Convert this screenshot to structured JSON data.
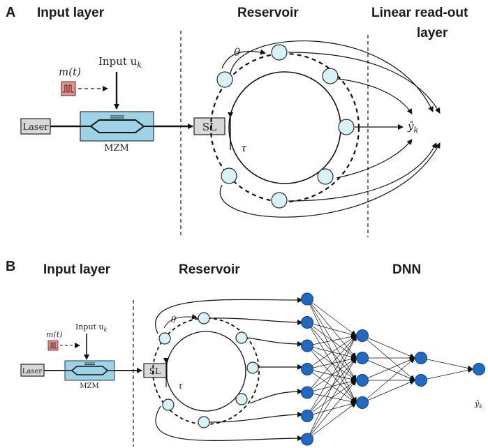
{
  "panel_a": {
    "letter": "A",
    "header_input": "Input layer",
    "header_reservoir": "Reservoir",
    "header_readout_line1": "Linear read-out",
    "header_readout_line2": "layer",
    "input_label": "Input u",
    "input_sub": "k",
    "modulation_label": "m(t)",
    "laser_label": "Laser",
    "mzm_label": "MZM",
    "sl_label": "SL",
    "theta_label": "θ",
    "tau_label": "τ",
    "output_label": "ŷ",
    "output_sub": "k"
  },
  "panel_b": {
    "letter": "B",
    "header_input": "Input layer",
    "header_reservoir": "Reservoir",
    "header_dnn": "DNN",
    "input_label": "Input u",
    "input_sub": "k",
    "modulation_label": "m(t)",
    "laser_label": "Laser",
    "mzm_label": "MZM",
    "sl_label": "SL",
    "theta_label": "θ",
    "tau_label": "τ",
    "output_label": "ŷ",
    "output_sub": "k"
  },
  "colors": {
    "node_fill": "#d7f3f7",
    "dnn_node_fill": "#1f6bc4",
    "mzm_fill": "#9dd3e6",
    "signal_fill": "#f28b8b"
  },
  "dnn_layers": [
    7,
    4,
    2,
    1
  ]
}
